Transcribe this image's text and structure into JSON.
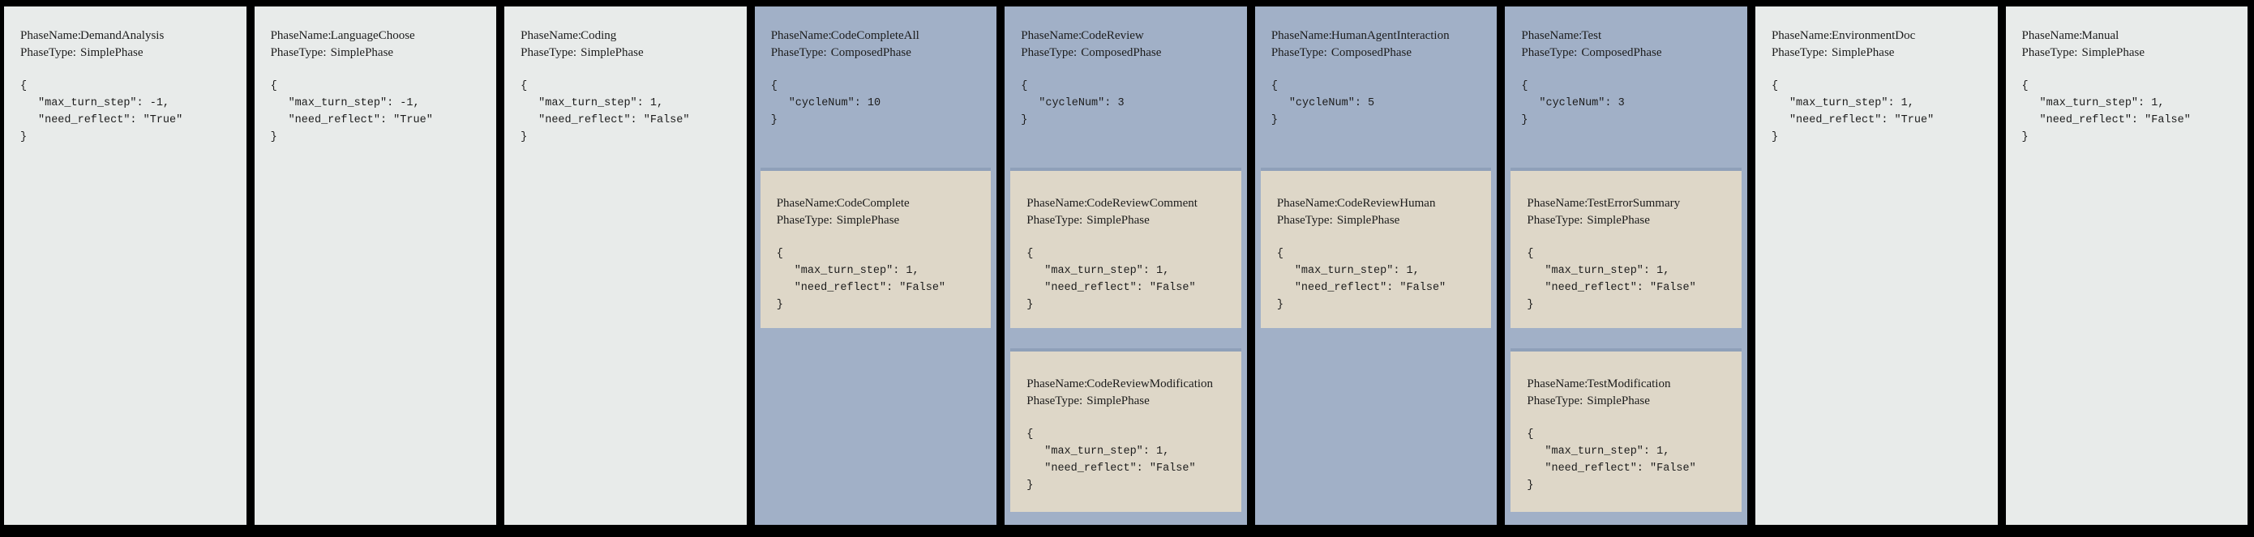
{
  "colors": {
    "background": "#000000",
    "simple_card_bg": "#e8ebea",
    "composed_card_bg": "#a1b0c7",
    "subcard_bg": "#ded7c8",
    "subcard_edge": "#8fa0b9",
    "text": "#1c1c1c"
  },
  "labels": {
    "phase_name": "PhaseName:",
    "phase_type": "PhaseType:"
  },
  "phases": [
    {
      "name": "DemandAnalysis",
      "type": "SimplePhase",
      "config": {
        "open": "{",
        "entries": [
          "\"max_turn_step\": -1,",
          "\"need_reflect\": \"True\""
        ],
        "close": "}"
      }
    },
    {
      "name": "LanguageChoose",
      "type": "SimplePhase",
      "config": {
        "open": "{",
        "entries": [
          "\"max_turn_step\": -1,",
          "\"need_reflect\": \"True\""
        ],
        "close": "}"
      }
    },
    {
      "name": "Coding",
      "type": "SimplePhase",
      "config": {
        "open": "{",
        "entries": [
          "\"max_turn_step\": 1,",
          "\"need_reflect\": \"False\""
        ],
        "close": "}"
      }
    },
    {
      "name": "CodeCompleteAll",
      "type": "ComposedPhase",
      "config": {
        "open": "{",
        "entries": [
          "\"cycleNum\": 10"
        ],
        "close": "}"
      },
      "children": [
        {
          "name": "CodeComplete",
          "type": "SimplePhase",
          "config": {
            "open": "{",
            "entries": [
              "\"max_turn_step\": 1,",
              "\"need_reflect\": \"False\""
            ],
            "close": "}"
          }
        }
      ]
    },
    {
      "name": "CodeReview",
      "type": "ComposedPhase",
      "config": {
        "open": "{",
        "entries": [
          "\"cycleNum\": 3"
        ],
        "close": "}"
      },
      "children": [
        {
          "name": "CodeReviewComment",
          "type": "SimplePhase",
          "config": {
            "open": "{",
            "entries": [
              "\"max_turn_step\": 1,",
              "\"need_reflect\": \"False\""
            ],
            "close": "}"
          }
        },
        {
          "name": "CodeReviewModification",
          "type": "SimplePhase",
          "config": {
            "open": "{",
            "entries": [
              "\"max_turn_step\": 1,",
              "\"need_reflect\": \"False\""
            ],
            "close": "}"
          }
        }
      ]
    },
    {
      "name": "HumanAgentInteraction",
      "type": "ComposedPhase",
      "config": {
        "open": "{",
        "entries": [
          "\"cycleNum\": 5"
        ],
        "close": "}"
      },
      "children": [
        {
          "name": "CodeReviewHuman",
          "type": "SimplePhase",
          "config": {
            "open": "{",
            "entries": [
              "\"max_turn_step\": 1,",
              "\"need_reflect\": \"False\""
            ],
            "close": "}"
          }
        }
      ]
    },
    {
      "name": "Test",
      "type": "ComposedPhase",
      "config": {
        "open": "{",
        "entries": [
          "\"cycleNum\": 3"
        ],
        "close": "}"
      },
      "children": [
        {
          "name": "TestErrorSummary",
          "type": "SimplePhase",
          "config": {
            "open": "{",
            "entries": [
              "\"max_turn_step\": 1,",
              "\"need_reflect\": \"False\""
            ],
            "close": "}"
          }
        },
        {
          "name": "TestModification",
          "type": "SimplePhase",
          "config": {
            "open": "{",
            "entries": [
              "\"max_turn_step\": 1,",
              "\"need_reflect\": \"False\""
            ],
            "close": "}"
          }
        }
      ]
    },
    {
      "name": "EnvironmentDoc",
      "type": "SimplePhase",
      "config": {
        "open": "{",
        "entries": [
          "\"max_turn_step\": 1,",
          "\"need_reflect\": \"True\""
        ],
        "close": "}"
      }
    },
    {
      "name": "Manual",
      "type": "SimplePhase",
      "config": {
        "open": "{",
        "entries": [
          "\"max_turn_step\": 1,",
          "\"need_reflect\": \"False\""
        ],
        "close": "}"
      }
    }
  ]
}
